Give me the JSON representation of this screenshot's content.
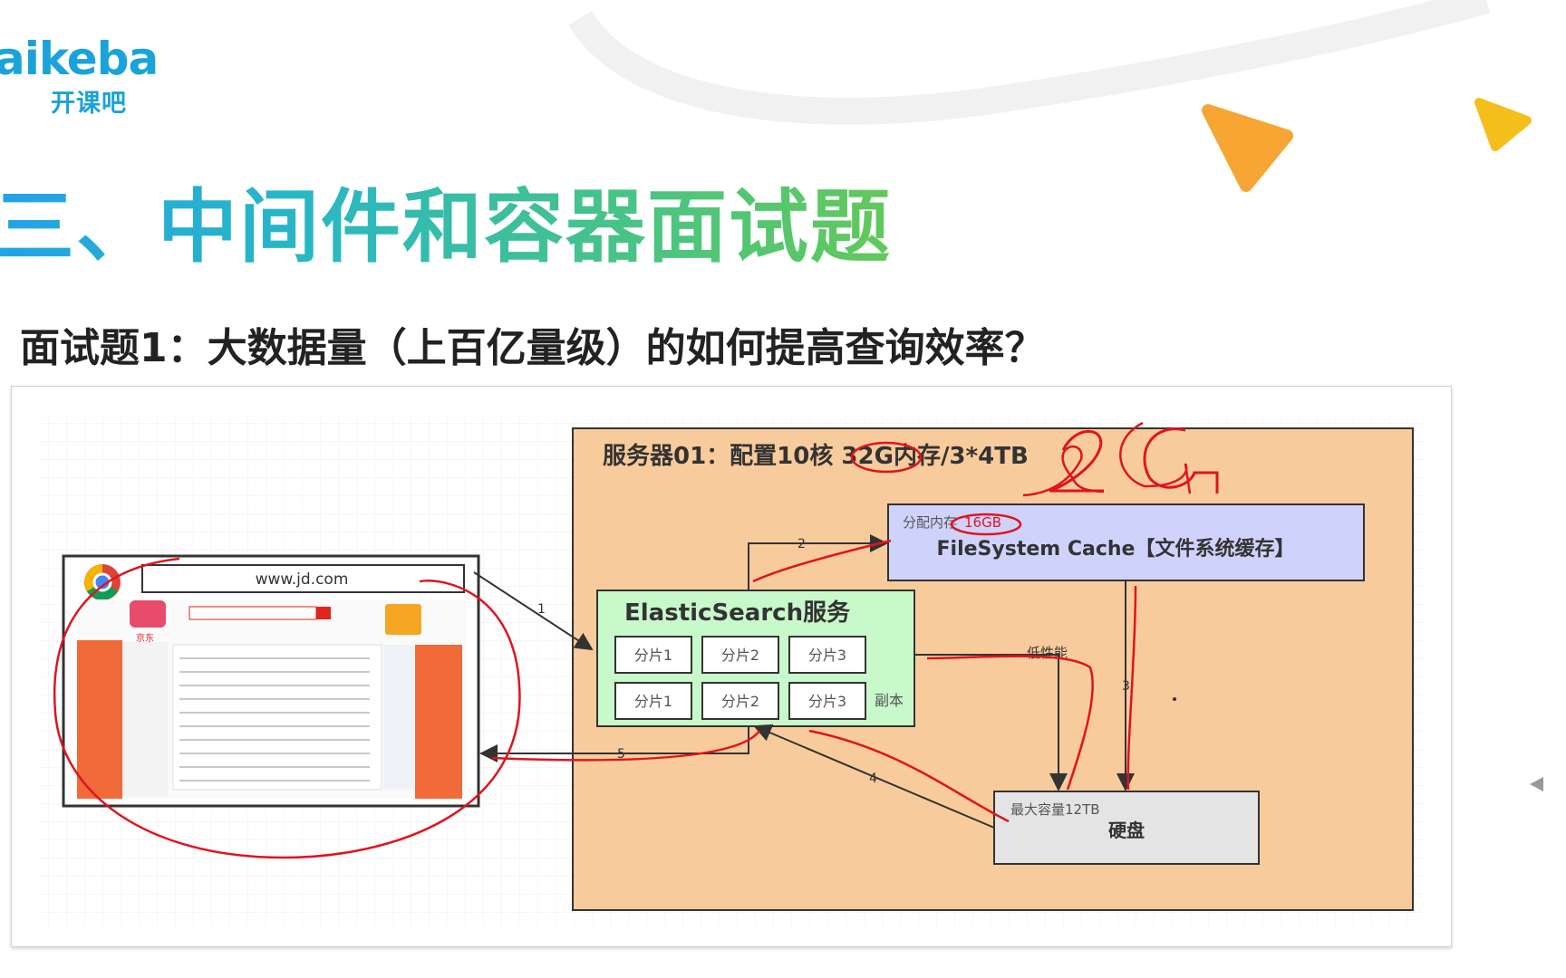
{
  "logo": {
    "main": "aikeba",
    "sub": "开课吧"
  },
  "heading": "三、中间件和容器面试题",
  "question": "面试题1：大数据量（上百亿量级）的如何提高查询效率？",
  "diagram": {
    "browser": {
      "url": "www.jd.com",
      "store_label": "京东"
    },
    "server": {
      "title": "服务器01：配置10核 32G内存/3*4TB",
      "fs_cache": {
        "alloc_prefix": "分配内存",
        "alloc_value": "16GB",
        "label": "FileSystem Cache【文件系统缓存】"
      },
      "es": {
        "label": "ElasticSearch服务",
        "primary": [
          "分片1",
          "分片2",
          "分片3"
        ],
        "replicas": [
          "分片1",
          "分片2",
          "分片3"
        ],
        "replica_label": "副本"
      },
      "disk": {
        "capacity": "最大容量12TB",
        "label": "硬盘"
      }
    },
    "edges": {
      "e1": "1",
      "e2": "2",
      "e3": "3",
      "e4": "4",
      "e5": "5",
      "low_perf": "低性能"
    },
    "annotation": "2G"
  },
  "colors": {
    "server_bg": "#f8cb9c",
    "fs_bg": "#cfd3fb",
    "es_bg": "#c8f9cb",
    "disk_bg": "#e4e4e4",
    "ink": "#e0141e"
  }
}
